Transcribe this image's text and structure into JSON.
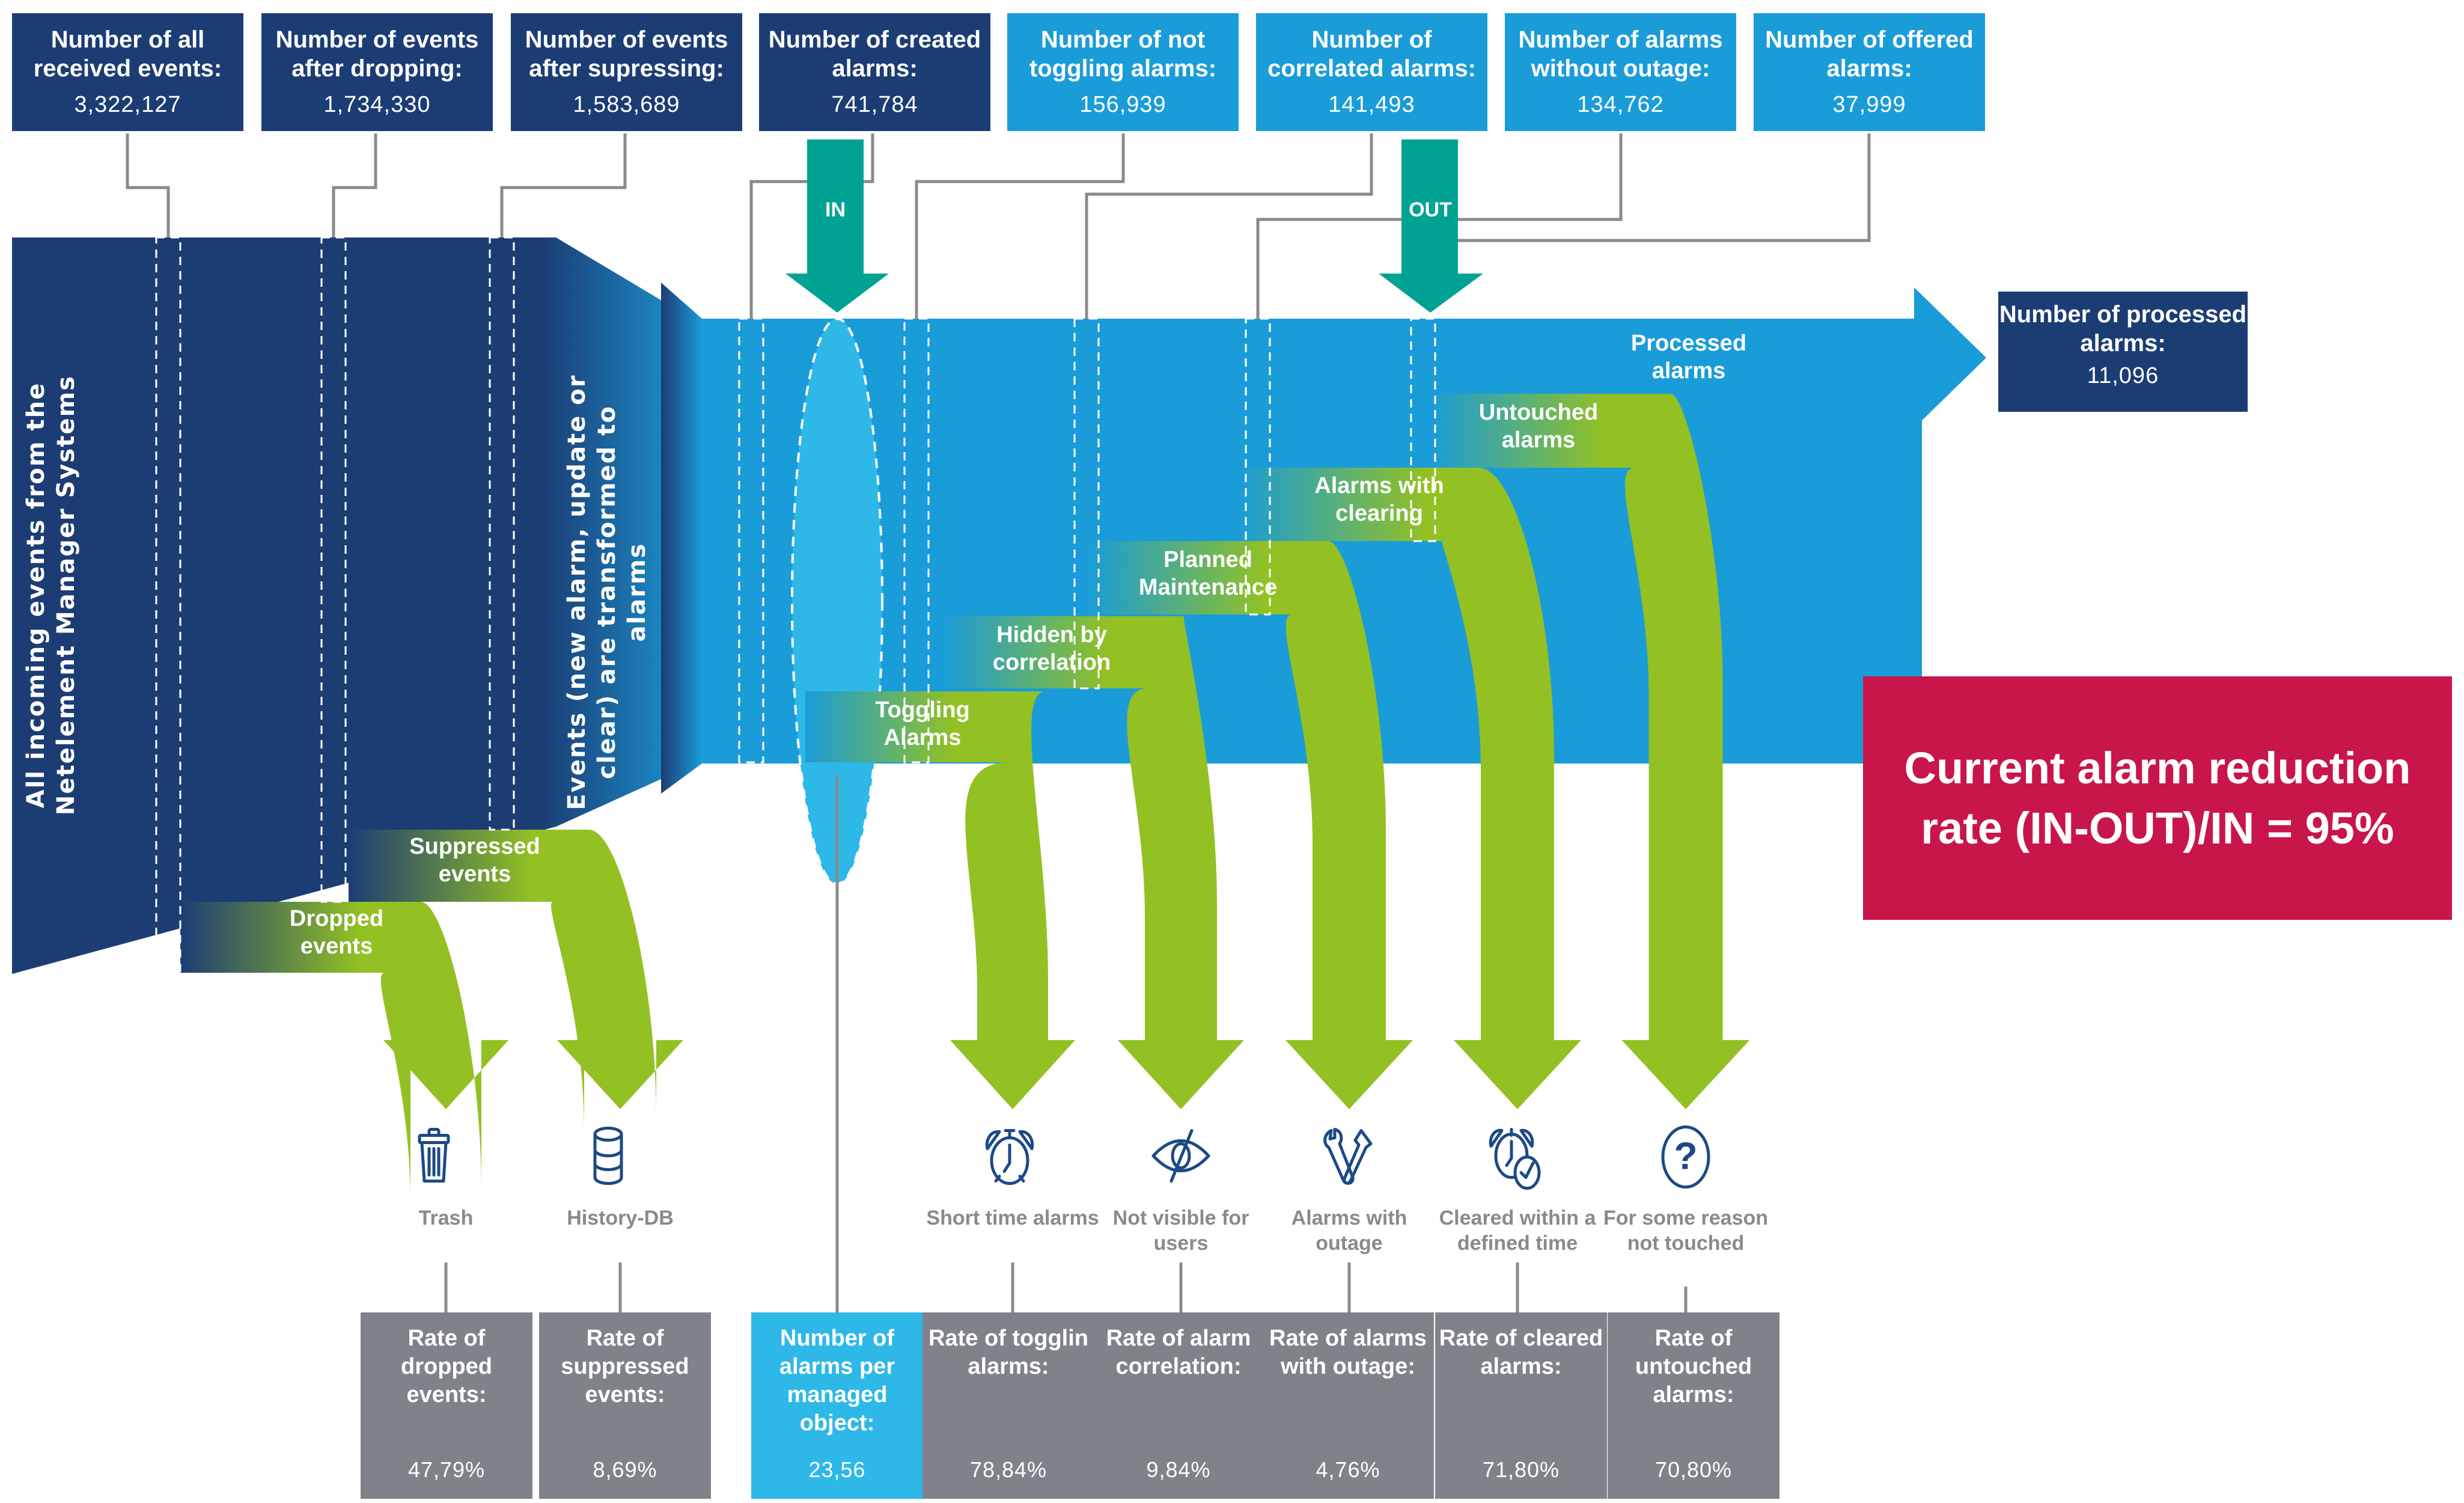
{
  "top_metrics": [
    {
      "title": "Number of all received events:",
      "value": "3,322,127",
      "style": "dark"
    },
    {
      "title": "Number of events after dropping:",
      "value": "1,734,330",
      "style": "dark"
    },
    {
      "title": "Number of events after supressing:",
      "value": "1,583,689",
      "style": "dark"
    },
    {
      "title": "Number of created alarms:",
      "value": "741,784",
      "style": "dark"
    },
    {
      "title": "Number of not toggling alarms:",
      "value": "156,939",
      "style": "light"
    },
    {
      "title": "Number of correlated alarms:",
      "value": "141,493",
      "style": "light"
    },
    {
      "title": "Number of alarms without outage:",
      "value": "134,762",
      "style": "light"
    },
    {
      "title": "Number of offered alarms:",
      "value": "37,999",
      "style": "light"
    }
  ],
  "flow": {
    "incoming_label": "All incoming events from the Netelement Manager Systems",
    "transform_label": "Events (new alarm, update or clear) are transformed to alarms",
    "in_label": "IN",
    "out_label": "OUT",
    "processed_label": "Processed alarms",
    "branches": [
      {
        "label": "Dropped events"
      },
      {
        "label": "Suppressed events"
      },
      {
        "label": "Toggling Alarms"
      },
      {
        "label": "Hidden by correlation"
      },
      {
        "label": "Planned Maintenance"
      },
      {
        "label": "Alarms with clearing"
      },
      {
        "label": "Untouched alarms"
      }
    ]
  },
  "processed": {
    "title": "Number of processed alarms:",
    "value": "11,096"
  },
  "reduction": {
    "text": "Current alarm reduction rate (IN-OUT)/IN = 95%"
  },
  "destinations": [
    {
      "icon": "trash-icon",
      "label": "Trash"
    },
    {
      "icon": "database-icon",
      "label": "History-DB"
    },
    {
      "icon": "alarm-clock-icon",
      "label": "Short time alarms"
    },
    {
      "icon": "eye-hidden-icon",
      "label": "Not visible for users"
    },
    {
      "icon": "tools-icon",
      "label": "Alarms with outage"
    },
    {
      "icon": "alarm-clock-check-icon",
      "label": "Cleared within a defined time"
    },
    {
      "icon": "question-icon",
      "label": "For some reason not touched"
    }
  ],
  "rates": [
    {
      "title": "Rate of dropped events:",
      "value": "47,79%",
      "style": "grey"
    },
    {
      "title": "Rate of suppressed events:",
      "value": "8,69%",
      "style": "grey"
    },
    {
      "title": "Number of alarms per managed object:",
      "value": "23,56",
      "style": "cyan"
    },
    {
      "title": "Rate of togglin alarms:",
      "value": "78,84%",
      "style": "grey"
    },
    {
      "title": "Rate of alarm correlation:",
      "value": "9,84%",
      "style": "grey"
    },
    {
      "title": "Rate of alarms with outage:",
      "value": "4,76%",
      "style": "grey"
    },
    {
      "title": "Rate of cleared alarms:",
      "value": "71,80%",
      "style": "grey"
    },
    {
      "title": "Rate of untouched alarms:",
      "value": "70,80%",
      "style": "grey"
    }
  ],
  "colors": {
    "dark_blue": "#1c3c74",
    "light_blue": "#1a9cd8",
    "cyan": "#2eb8e8",
    "teal": "#00a294",
    "green": "#93c123",
    "grey": "#7f8389",
    "red": "#c8154a",
    "icon_blue": "#1b4a86"
  }
}
